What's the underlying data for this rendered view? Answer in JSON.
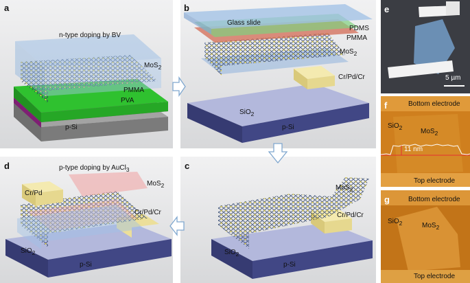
{
  "panels": {
    "a": {
      "letter": "a",
      "title": "n-type doping by BV",
      "mos2": "MoS",
      "pmma": "PMMA",
      "pva": "PVA",
      "substrate": "p-Si"
    },
    "b": {
      "letter": "b",
      "glass": "Glass slide",
      "pdms": "PDMS",
      "pmma": "PMMA",
      "mos2": "MoS",
      "electrode": "Cr/Pd/Cr",
      "sio2": "SiO",
      "substrate": "p-Si"
    },
    "c": {
      "letter": "c",
      "mos2": "MoS",
      "electrode": "Cr/Pd/Cr",
      "sio2": "SiO",
      "substrate": "p-Si"
    },
    "d": {
      "letter": "d",
      "title": "p-type doping by AuCl",
      "title_sub": "3",
      "top_electrode": "Cr/Pd",
      "mos2": "MoS",
      "bottom_electrode": "Cr/Pd/Cr",
      "sio2": "SiO",
      "substrate": "p-Si"
    },
    "e": {
      "letter": "e",
      "scalebar": "5 µm"
    },
    "f": {
      "letter": "f",
      "bottom_electrode": "Bottom electrode",
      "sio2": "SiO",
      "mos2": "MoS",
      "thickness": "11 nm",
      "top_electrode": "Top electrode"
    },
    "g": {
      "letter": "g",
      "bottom_electrode": "Bottom electrode",
      "sio2": "SiO",
      "mos2": "MoS",
      "top_electrode": "Top electrode"
    }
  },
  "subscript_2": "2",
  "colors": {
    "mos2_lattice": "#2a3b5c",
    "sulfur_atoms": "#e8d44a",
    "pmma": "#2fc12f",
    "pva": "#b02fa0",
    "p_si": "#8a8a8a",
    "sio2": "#a9aed6",
    "substrate_dark": "#3a3f78",
    "electrode": "#ecdf9a",
    "glass": "#9fc0e6",
    "afm_orange": "#d98a1e",
    "arrow": "#7fa7cf"
  }
}
